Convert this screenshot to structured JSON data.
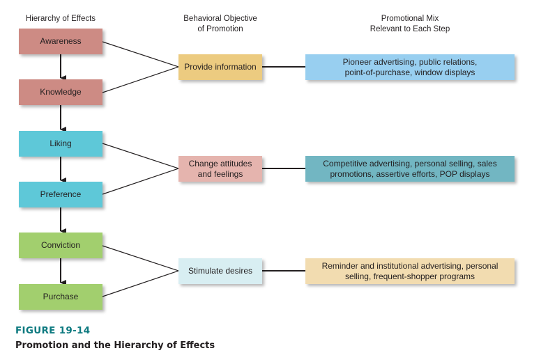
{
  "headers": {
    "hierarchy": "Hierarchy of Effects",
    "objective_line1": "Behavioral Objective",
    "objective_line2": "of Promotion",
    "mix_line1": "Promotional Mix",
    "mix_line2": "Relevant to Each Step"
  },
  "steps": [
    {
      "label": "Awareness",
      "color": "#cd8b84"
    },
    {
      "label": "Knowledge",
      "color": "#cd8b84"
    },
    {
      "label": "Liking",
      "color": "#5ec8d8"
    },
    {
      "label": "Preference",
      "color": "#5ec8d8"
    },
    {
      "label": "Conviction",
      "color": "#a2cf6e"
    },
    {
      "label": "Purchase",
      "color": "#a2cf6e"
    }
  ],
  "objectives": [
    {
      "line1": "Provide information",
      "line2": "",
      "color": "#eccb80"
    },
    {
      "line1": "Change attitudes",
      "line2": "and feelings",
      "color": "#e5b4ae"
    },
    {
      "line1": "Stimulate desires",
      "line2": "",
      "color": "#d8eef2"
    }
  ],
  "mixes": [
    {
      "line1": "Pioneer advertising, public relations,",
      "line2": "point-of-purchase, window displays",
      "color": "#98cff0"
    },
    {
      "line1": "Competitive advertising, personal selling, sales",
      "line2": "promotions, assertive efforts, POP displays",
      "color": "#72b6c2"
    },
    {
      "line1": "Reminder and institutional advertising, personal",
      "line2": "selling, frequent-shopper programs",
      "color": "#f2dcb0"
    }
  ],
  "caption": {
    "figure_number": "FIGURE 19-14",
    "title": "Promotion and the Hierarchy of Effects"
  }
}
